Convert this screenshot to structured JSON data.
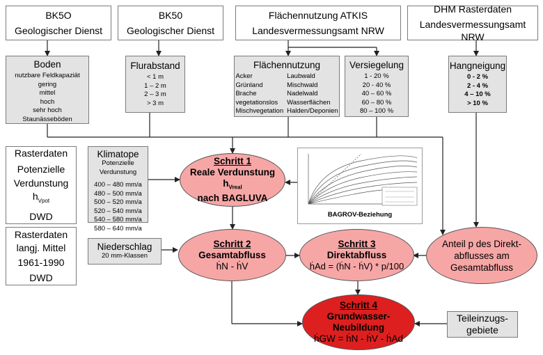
{
  "top": [
    {
      "name": "BK5O",
      "org": "Geologischer Dienst"
    },
    {
      "name": "BK50",
      "org": "Geologischer Dienst"
    },
    {
      "name": "Flächennutzung ATKIS",
      "org": "Landesvermessungsamt NRW"
    },
    {
      "name": "DHM Rasterdaten",
      "org": "Landesvermessungsamt NRW"
    }
  ],
  "boden": {
    "title": "Boden",
    "sub": "nutzbare Feldkapaziät",
    "items": [
      "gering",
      "mittel",
      "hoch",
      "sehr hoch",
      "Staunässeböden"
    ]
  },
  "flurabstand": {
    "title": "Flurabstand",
    "items": [
      "< 1 m",
      "1 – 2 m",
      "2 – 3 m",
      "> 3 m"
    ]
  },
  "flaechennutzung": {
    "title": "Flächennutzung",
    "left": [
      "Acker",
      "Grünland",
      "Brache",
      "vegetationslos",
      "Mischvegetation"
    ],
    "right": [
      "Laubwald",
      "Mischwald",
      "Nadelwald",
      "Wasserflächen",
      "Halden/Deponien"
    ]
  },
  "versiegelung": {
    "title": "Versiegelung",
    "items": [
      "1 - 20 %",
      "20 - 40 %",
      "40 – 60 %",
      "60 – 80 %",
      "80 – 100 %"
    ]
  },
  "hangneigung": {
    "title": "Hangneigung",
    "items": [
      "0 - 2 %",
      "2 - 4 %",
      "4 – 10 %",
      "> 10 %"
    ]
  },
  "raster1": {
    "l1": "Rasterdaten",
    "l2": "Potenzielle",
    "l3": "Verdunstung",
    "sym": "h",
    "sub": "Vpot",
    "src": "DWD"
  },
  "klimatope": {
    "title": "Klimatope",
    "sub1": "Potenzielle",
    "sub2": "Verdunstung",
    "items": [
      "400 – 480 mm/a",
      "480 – 500 mm/a",
      "500 – 520 mm/a",
      "520 – 540 mm/a",
      "540 – 580 mm/a",
      "580 – 640 mm/a"
    ]
  },
  "raster2": {
    "l1": "Rasterdaten",
    "l2": "langj. Mittel",
    "l3": "1961-1990",
    "src": "DWD"
  },
  "niederschlag": {
    "title": "Niederschlag",
    "sub": "20 mm-Klassen"
  },
  "bagrov": {
    "caption": "BAGROV-Beziehung"
  },
  "schritt1": {
    "step": "Schritt 1",
    "l1": "Reale Verdunstung",
    "sym": "h",
    "sub": "Vreal",
    "l3": "nach BAGLUVA"
  },
  "schritt2": {
    "step": "Schritt 2",
    "l1": "Gesamtabfluss",
    "formula": "ḣN - ḣV"
  },
  "schritt3": {
    "step": "Schritt 3",
    "l1": "Direktabfluss",
    "formula": "ḣAd = (ḣN - ḣV) * p/100"
  },
  "schritt4": {
    "step": "Schritt 4",
    "l1": "Grundwasser-",
    "l2": "Neubildung",
    "formula": "ḣGW = ḣN - ḣV - ḣAd"
  },
  "anteil": {
    "l1": "Anteil p des Direkt-",
    "l2": "abflusses am",
    "l3": "Gesamtabfluss"
  },
  "teileinzug": {
    "l1": "Teileinzugs-",
    "l2": "gebiete"
  },
  "colors": {
    "ellipse": "#f7a6a6",
    "ellipse_dark": "#dd1f1f",
    "gray_box": "#e3e3e3",
    "border": "#7a7a7a"
  }
}
